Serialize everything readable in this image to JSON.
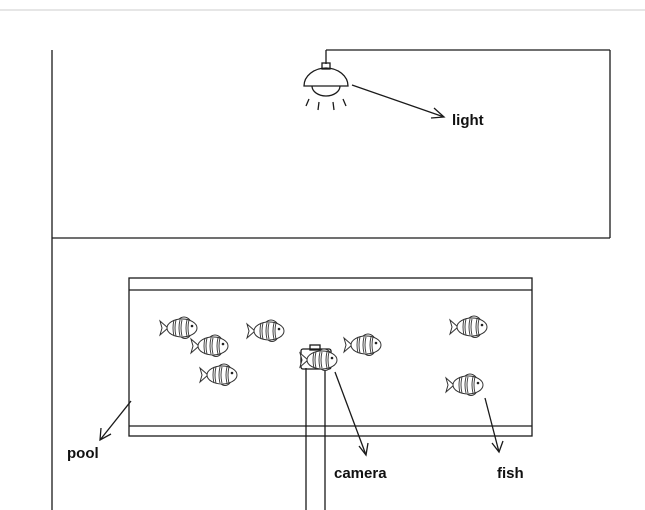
{
  "labels": {
    "light": "light",
    "pool": "pool",
    "camera": "camera",
    "fish": "fish"
  },
  "fish_count": 8
}
